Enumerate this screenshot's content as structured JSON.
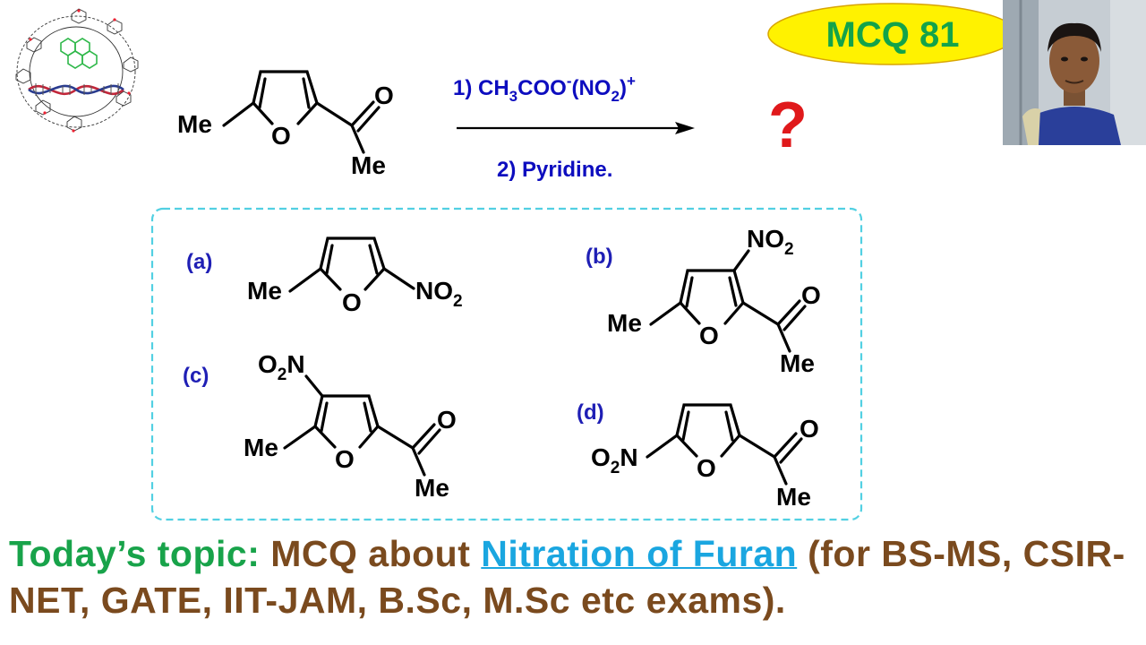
{
  "badge": {
    "label": "MCQ 81",
    "fill": "#fff200",
    "text_color": "#13a34a"
  },
  "reaction": {
    "reactant_labels": [
      "Me",
      "O",
      "O",
      "Me"
    ],
    "condition_1": {
      "prefix": "1) CH",
      "sub1": "3",
      "mid": "COO",
      "sup1": "-",
      "mid2": "(NO",
      "sub2": "2",
      "mid3": ")",
      "sup2": "+"
    },
    "condition_2": "2) Pyridine.",
    "product": "?",
    "product_color": "#e0191b"
  },
  "options": {
    "a": {
      "label": "(a)",
      "texts": [
        "Me",
        "O",
        "NO",
        "2"
      ]
    },
    "b": {
      "label": "(b)",
      "texts": [
        "NO",
        "2",
        "O",
        "Me",
        "O",
        "Me"
      ]
    },
    "c": {
      "label": "(c)",
      "texts": [
        "O",
        "2",
        "N",
        "Me",
        "O",
        "O",
        "Me"
      ]
    },
    "d": {
      "label": "(d)",
      "texts": [
        "O",
        "2",
        "N",
        "O",
        "O",
        "Me"
      ]
    }
  },
  "topic": {
    "part1": "Today’s topic:",
    "part2": " MCQ about ",
    "link": "Nitration of Furan",
    "part3": " (for BS-MS, CSIR-NET, GATE, IIT-JAM, B.Sc, M.Sc etc exams)."
  },
  "icons": {
    "logo": "cyclodextrin-dna-logo-icon",
    "photo": "presenter-photo"
  }
}
